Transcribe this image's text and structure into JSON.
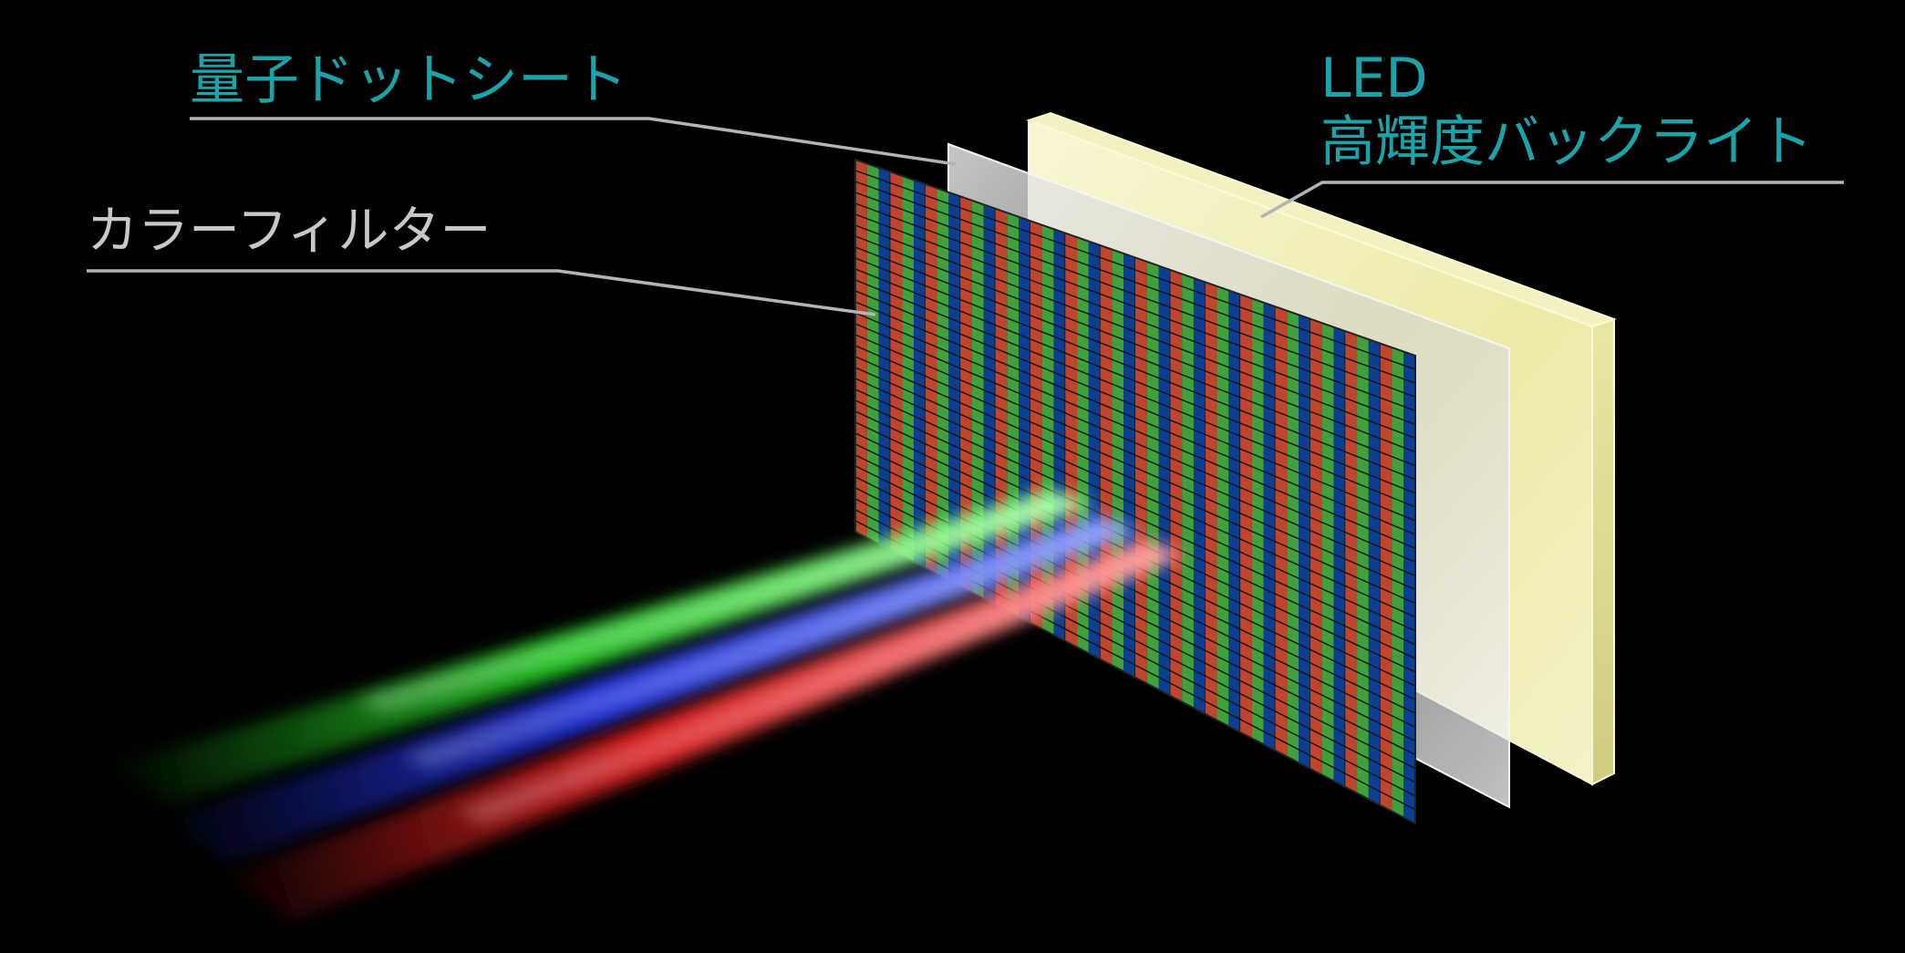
{
  "labels": {
    "quantum_dot_sheet": "量子ドットシート",
    "led_line1": "LED",
    "led_line2": "高輝度バックライト",
    "color_filter": "カラーフィルター"
  },
  "colors": {
    "background": "#000000",
    "label_teal": "#1aa3a8",
    "label_gray": "#c8c8c8",
    "leader_line": "#b4b4b4",
    "backlight_panel": "#efeeb8",
    "backlight_edge": "#c9c77a",
    "qd_sheet": "#d8d8d8",
    "filter_red": "#c0452c",
    "filter_green": "#3ea13a",
    "filter_blue": "#0c3f92",
    "beam_green": "#22dd22",
    "beam_blue": "#2233ee",
    "beam_red": "#ee1f1f"
  },
  "icons": {
    "backlight": "led-backlight-panel-icon",
    "sheet": "quantum-dot-sheet-icon",
    "filter": "color-filter-grid-icon",
    "beams": "rgb-light-beams-icon"
  }
}
